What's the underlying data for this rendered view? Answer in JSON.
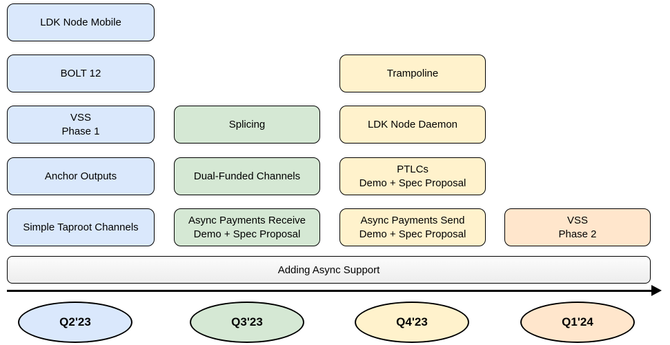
{
  "columns": [
    {
      "quarter": "Q2'23",
      "fill": "#dae8fc",
      "items": [
        {
          "label": "LDK Node Mobile"
        },
        {
          "label": "BOLT 12"
        },
        {
          "label": "VSS\nPhase 1"
        },
        {
          "label": "Anchor Outputs"
        },
        {
          "label": "Simple Taproot Channels"
        }
      ]
    },
    {
      "quarter": "Q3'23",
      "fill": "#d5e8d4",
      "items": [
        {
          "label": "Splicing"
        },
        {
          "label": "Dual-Funded Channels"
        },
        {
          "label": "Async Payments Receive\nDemo + Spec Proposal"
        }
      ]
    },
    {
      "quarter": "Q4'23",
      "fill": "#fff2cc",
      "items": [
        {
          "label": "Trampoline"
        },
        {
          "label": "LDK Node Daemon"
        },
        {
          "label": "PTLCs\nDemo + Spec Proposal"
        },
        {
          "label": "Async Payments Send\nDemo + Spec Proposal"
        }
      ]
    },
    {
      "quarter": "Q1'24",
      "fill": "#ffe6cc",
      "items": [
        {
          "label": "VSS\nPhase 2"
        }
      ]
    }
  ],
  "banner": {
    "label": "Adding Async Support"
  },
  "colors": {
    "box_border": "#000000",
    "arrow": "#000000",
    "banner_fill_top": "#fcfcfc",
    "banner_fill_bottom": "#ededed",
    "background": "#ffffff"
  }
}
